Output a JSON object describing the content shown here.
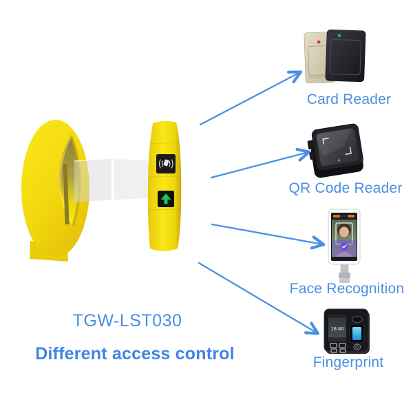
{
  "product": {
    "model": "TGW-LST030",
    "tagline": "Different access control"
  },
  "devices": [
    {
      "id": "card-reader",
      "label": "Card Reader"
    },
    {
      "id": "qr-code-reader",
      "label": "QR Code Reader"
    },
    {
      "id": "face-recognition",
      "label": "Face Recognition"
    },
    {
      "id": "fingerprint",
      "label": "Fingerprint",
      "screen_time": "18:46"
    }
  ],
  "turnstile": {
    "indicator_icons": [
      "rfid-card-wave-icon",
      "green-up-arrow-icon"
    ]
  },
  "colors": {
    "accent_blue": "#4a90e2",
    "tagline_blue": "#3f85e3",
    "turnstile_yellow": "#f5dc10",
    "turnstile_shade": "#e0c007",
    "go_green": "#22c553",
    "led_red": "#e02818",
    "led_green": "#22c044",
    "background": "#ffffff"
  }
}
